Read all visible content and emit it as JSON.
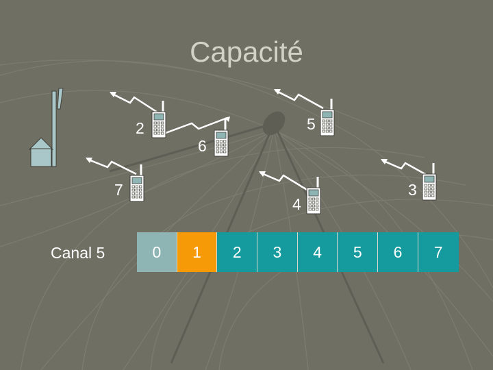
{
  "title": "Capacité",
  "channel_label": "Canal 5",
  "phones": [
    "2",
    "5",
    "6",
    "7",
    "4",
    "3"
  ],
  "slots": [
    {
      "label": "0",
      "color": "#8fb4b4"
    },
    {
      "label": "1",
      "color": "#f79a08"
    },
    {
      "label": "2",
      "color": "#159a9e"
    },
    {
      "label": "3",
      "color": "#159a9e"
    },
    {
      "label": "4",
      "color": "#159a9e"
    },
    {
      "label": "5",
      "color": "#159a9e"
    },
    {
      "label": "6",
      "color": "#159a9e"
    },
    {
      "label": "7",
      "color": "#159a9e"
    }
  ],
  "colors": {
    "background": "#6f6f64",
    "phone_body": "#ffffff",
    "phone_screen": "#8fb4b4",
    "station": "#a9c7c9"
  }
}
